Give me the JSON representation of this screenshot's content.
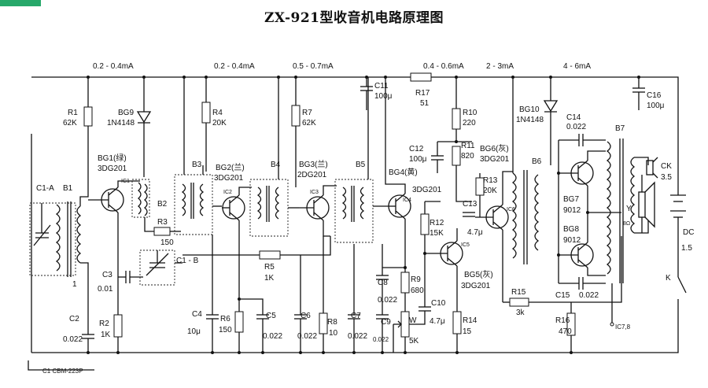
{
  "title": "ZX-921型收音机电路原理图",
  "currents": [
    "0.2 - 0.4mA",
    "0.2 - 0.4mA",
    "0.5 - 0.7mA",
    "0.4 - 0.6mA",
    "2 - 3mA",
    "4 - 6mA"
  ],
  "labels": {
    "R1": "R1",
    "R1v": "62K",
    "BG9": "BG9",
    "BG9v": "1N4148",
    "R4": "R4",
    "R4v": "20K",
    "R7": "R7",
    "R7v": "62K",
    "C11": "C11",
    "C11v": "100μ",
    "R17": "R17",
    "R17v": "51",
    "R10": "R10",
    "R10v": "220",
    "BG10": "BG10",
    "BG10v": "1N4148",
    "C14": "C14",
    "C14v": "0.022",
    "C16": "C16",
    "C16v": "100μ",
    "B7": "B7",
    "BG1": "BG1(绿)",
    "BG1v": "3DG201",
    "B3": "B3",
    "BG2": "BG2(兰)",
    "BG2v": "3DG201",
    "B4": "B4",
    "BG3": "BG3(兰)",
    "BG3v": "2DG201",
    "B5": "B5",
    "BG4": "BG4(黄)",
    "BG4v": "3DG201",
    "C12": "C12",
    "C12v": "100μ",
    "R11": "R11",
    "R11v": "820",
    "BG6": "BG6(灰)",
    "BG6v": "3DG201",
    "R13": "R13",
    "R13v": "20K",
    "B6": "B6",
    "CK": "CK",
    "CKv": "3.5",
    "C1A": "C1-A",
    "B1": "B1",
    "B2": "B2",
    "IC1": "IC1",
    "IC2": "IC2",
    "IC3": "IC3",
    "IC4": "IC4",
    "IC5": "IC5",
    "IC6": "IC6",
    "R3": "R3",
    "R3v": "150",
    "C1B": "C1 - B",
    "BG7": "BG7",
    "BG7v": "9012",
    "BG8": "BG8",
    "BG8v": "9012",
    "Y": "Y",
    "Yv": "8Ω",
    "DC": "DC",
    "DCv": "1.5",
    "R12": "R12",
    "R12v": "15K",
    "C13": "C13",
    "C13v": "4.7μ",
    "R5": "R5",
    "R5v": "1K",
    "C3": "C3",
    "C3v": "0.01",
    "one": "1",
    "C8": "C8",
    "C8v": "0.022",
    "R9": "R9",
    "R9v": "680",
    "C10": "C10",
    "C10v": "4.7μ",
    "BG5": "BG5(灰)",
    "BG5v": "3DG201",
    "R15": "R15",
    "R15v": "3k",
    "C15": "C15",
    "C15v": "0.022",
    "K": "K",
    "C2": "C2",
    "C2v": "0.022",
    "R2": "R2",
    "R2v": "1K",
    "C4": "C4",
    "C4v": "10μ",
    "R6": "R6",
    "R6v": "150",
    "C5": "C5",
    "C5v": "0.022",
    "C6": "C6",
    "C6v": "0.022",
    "R8": "R8",
    "R8v": "10",
    "C7": "C7",
    "C7v": "0.022",
    "C9": "C9",
    "C9v": "0.022",
    "W": "W",
    "Wv": "5K",
    "R14": "R14",
    "R14v": "15",
    "R16": "R16",
    "R16v": "470",
    "IC78": "IC7,8",
    "C1note": "C1 CBM-223P"
  },
  "colors": {
    "wire": "#111111",
    "accent_tab": "#27a86a"
  }
}
